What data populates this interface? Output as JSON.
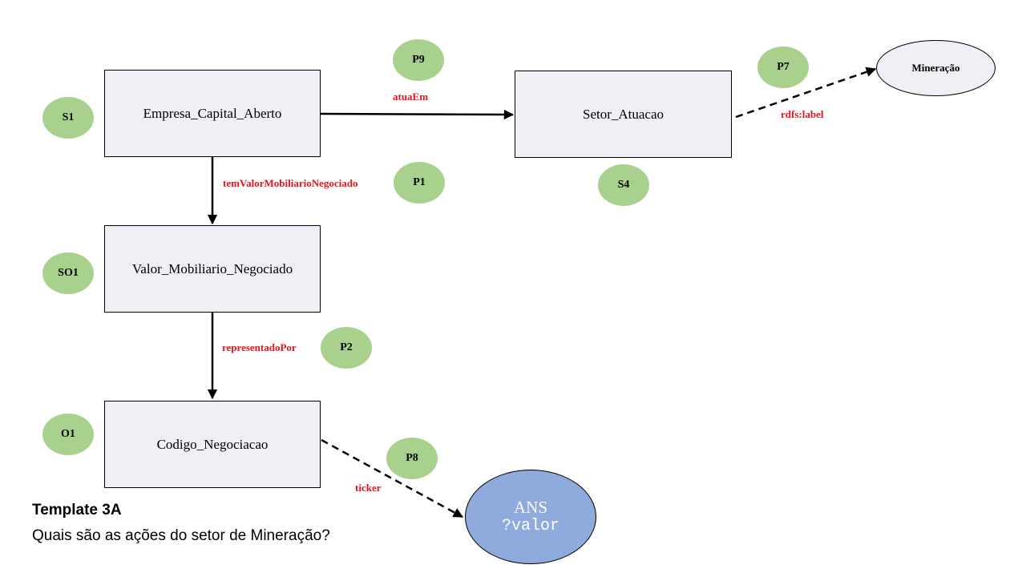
{
  "colors": {
    "relation_label": "#e8141b",
    "badge_fill": "#a9d18e",
    "node_fill": "#eef0f5",
    "answer_fill": "#8faadc"
  },
  "nodes": {
    "empresa": "Empresa_Capital_Aberto",
    "setor": "Setor_Atuacao",
    "valor": "Valor_Mobiliario_Negociado",
    "codigo": "Codigo_Negociacao",
    "mineracao": "Mineração",
    "answer_title": "ANS",
    "answer_var": "?valor"
  },
  "badges": {
    "s1": "S1",
    "so1": "SO1",
    "o1": "O1",
    "s4": "S4",
    "p9": "P9",
    "p1": "P1",
    "p2": "P2",
    "p7": "P7",
    "p8": "P8"
  },
  "relations": {
    "atuaEm": "atuaEm",
    "temValor": "temValorMobiliarioNegociado",
    "representadoPor": "representadoPor",
    "rdfsLabel": "rdfs:label",
    "ticker": "ticker"
  },
  "caption": {
    "title": "Template 3A",
    "question": "Quais são as ações do setor de Mineração?"
  }
}
